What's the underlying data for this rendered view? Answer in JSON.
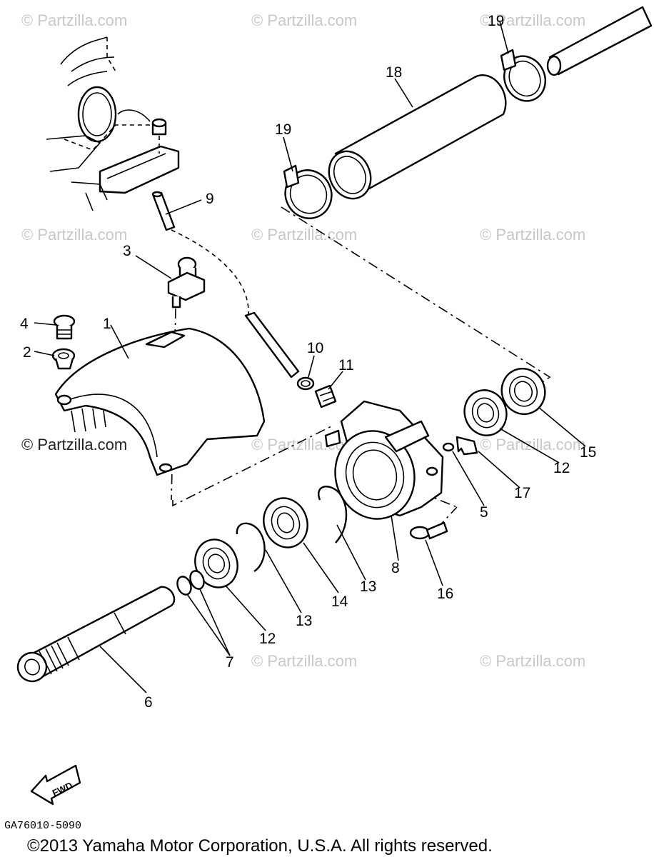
{
  "watermarks": [
    {
      "id": "wm-1",
      "text": "© Partzilla.com"
    },
    {
      "id": "wm-2",
      "text": "© Partzilla.com"
    },
    {
      "id": "wm-3",
      "text": "© Partzilla.com"
    },
    {
      "id": "wm-4",
      "text": "© Partzilla.com"
    },
    {
      "id": "wm-5",
      "text": "© Partzilla.com"
    },
    {
      "id": "wm-6",
      "text": "© Partzilla.com"
    },
    {
      "id": "wm-7",
      "text": "© Partzilla.com"
    },
    {
      "id": "wm-8",
      "text": "© Partzilla.com"
    },
    {
      "id": "wm-9",
      "text": "© Partzilla.com"
    },
    {
      "id": "wm-10",
      "text": "© Partzilla.com"
    },
    {
      "id": "wm-11",
      "text": "© Partzilla.com"
    }
  ],
  "callouts": [
    "19",
    "18",
    "19",
    "9",
    "3",
    "4",
    "1",
    "2",
    "10",
    "11",
    "15",
    "12",
    "5",
    "17",
    "8",
    "13",
    "14",
    "13",
    "16",
    "12",
    "7",
    "6"
  ],
  "fwd_badge": "FWD",
  "diagram_code": "GA76010-5090",
  "copyright": "©2013  Yamaha Motor Corporation, U.S.A. All rights reserved."
}
